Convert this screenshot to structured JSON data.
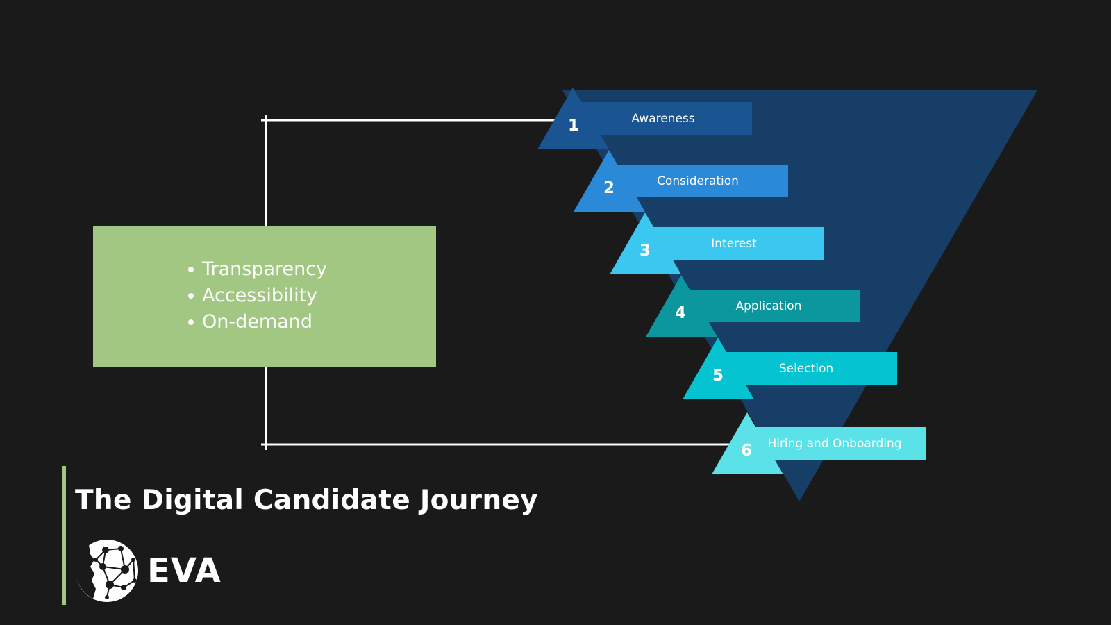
{
  "title": "The Digital Candidate Journey",
  "brand": {
    "name": "EVA",
    "logo_icon": "brain-network-logo-icon"
  },
  "principles": [
    "Transparency",
    "Accessibility",
    "On-demand"
  ],
  "stages": [
    {
      "number": "1",
      "label": "Awareness",
      "color": "#1b5591"
    },
    {
      "number": "2",
      "label": "Consideration",
      "color": "#2b8ad7"
    },
    {
      "number": "3",
      "label": "Interest",
      "color": "#3ac8f0"
    },
    {
      "number": "4",
      "label": "Application",
      "color": "#0c979f"
    },
    {
      "number": "5",
      "label": "Selection",
      "color": "#05c3d1"
    },
    {
      "number": "6",
      "label": "Hiring and Onboarding",
      "color": "#5ae2e8"
    }
  ],
  "colors": {
    "background": "#1a1a1a",
    "funnel": "#163e66",
    "principles_box": "#a1c783",
    "connector": "#ffffff"
  }
}
